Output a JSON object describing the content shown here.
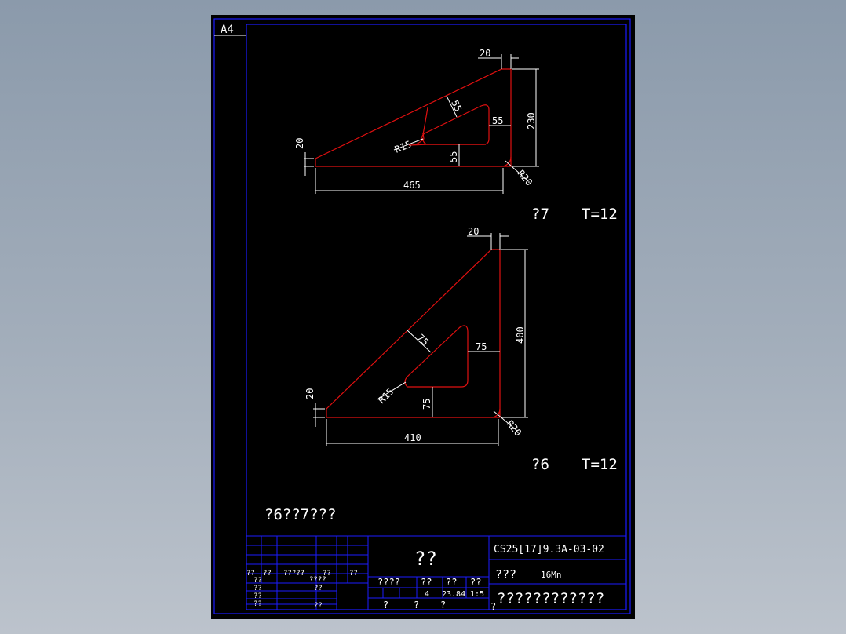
{
  "sheet": {
    "format_label": "A4"
  },
  "part7": {
    "dims": {
      "top_flat": "20",
      "height": "230",
      "left_edge": "20",
      "base": "465",
      "offset_diag": "55",
      "offset_right": "55",
      "offset_bottom": "55",
      "inner_radius": "R15",
      "corner_radius": "R20"
    },
    "label": "?7",
    "thickness": "T=12"
  },
  "part6": {
    "dims": {
      "top_flat": "20",
      "height": "400",
      "left_edge": "20",
      "base": "410",
      "offset_diag": "75",
      "offset_right": "75",
      "offset_bottom": "75",
      "inner_radius": "R15",
      "corner_radius": "R20"
    },
    "label": "?6",
    "thickness": "T=12"
  },
  "note": "?6??7???",
  "title_block": {
    "drawing_number": "CS25[17]9.3A-03-02",
    "name_label": "??",
    "material_label": "???",
    "material": "16Mn",
    "company": "????????????",
    "hdr_1": "??",
    "hdr_2": "??",
    "hdr_3": "?????",
    "hdr_4": "??",
    "hdr_5": "??",
    "sign_1": "??",
    "sign_2": "????",
    "sign_3": "??",
    "sign_4": "??",
    "sign_5": "??",
    "sign_6": "??",
    "sign_7": "??",
    "stage_label": "????",
    "weight_label": "??",
    "scale_label": "??",
    "sheet_label": "??",
    "qty": "4",
    "weight": "23.84",
    "scale": "1:5",
    "foot_1": "?",
    "foot_2": "?",
    "foot_3": "?",
    "foot_4": "?"
  }
}
